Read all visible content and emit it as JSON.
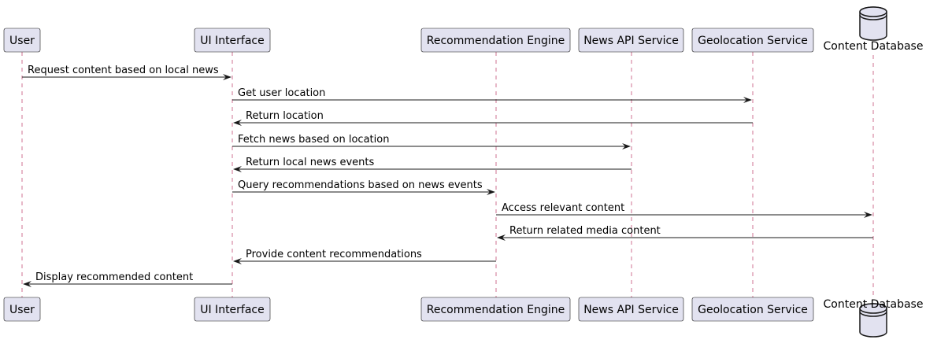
{
  "participants": [
    {
      "id": "user",
      "label": "User",
      "kind": "participant"
    },
    {
      "id": "ui",
      "label": "UI Interface",
      "kind": "participant"
    },
    {
      "id": "rec",
      "label": "Recommendation Engine",
      "kind": "participant"
    },
    {
      "id": "news",
      "label": "News API Service",
      "kind": "participant"
    },
    {
      "id": "geo",
      "label": "Geolocation Service",
      "kind": "participant"
    },
    {
      "id": "db",
      "label": "Content Database",
      "kind": "database"
    }
  ],
  "messages": [
    {
      "from": "user",
      "to": "ui",
      "text": "Request content based on local news"
    },
    {
      "from": "ui",
      "to": "geo",
      "text": "Get user location"
    },
    {
      "from": "geo",
      "to": "ui",
      "text": "Return location"
    },
    {
      "from": "ui",
      "to": "news",
      "text": "Fetch news based on location"
    },
    {
      "from": "news",
      "to": "ui",
      "text": "Return local news events"
    },
    {
      "from": "ui",
      "to": "rec",
      "text": "Query recommendations based on news events"
    },
    {
      "from": "rec",
      "to": "db",
      "text": "Access relevant content"
    },
    {
      "from": "db",
      "to": "rec",
      "text": "Return related media content"
    },
    {
      "from": "rec",
      "to": "ui",
      "text": "Provide content recommendations"
    },
    {
      "from": "ui",
      "to": "user",
      "text": "Display recommended content"
    }
  ]
}
